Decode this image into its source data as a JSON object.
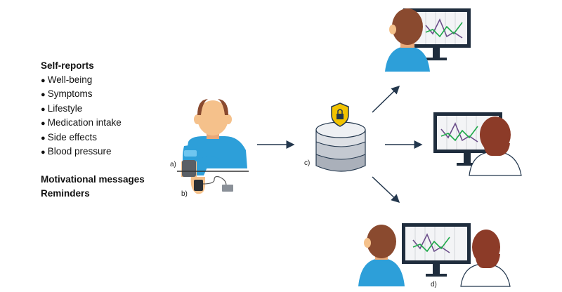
{
  "self_reports": {
    "title": "Self-reports",
    "items": [
      "Well-being",
      "Symptoms",
      "Lifestyle",
      "Medication intake",
      "Side effects",
      "Blood pressure"
    ]
  },
  "messages": {
    "motivational": "Motivational messages",
    "reminders": "Reminders"
  },
  "labels": {
    "a": "a)",
    "b": "b)",
    "c": "c)",
    "d": "d)"
  },
  "bullet": "●",
  "colors": {
    "skin": "#f5c18b",
    "shirt": "#2d9fd9",
    "hair_dark": "#8a4a2f",
    "hair_red": "#8c3b28",
    "monitor": "#1f2d3d",
    "chart_green": "#1fa94a",
    "chart_purple": "#6b4e8a",
    "shield": "#f2c300",
    "arrow": "#23374d",
    "database": "#c9ccd2"
  }
}
